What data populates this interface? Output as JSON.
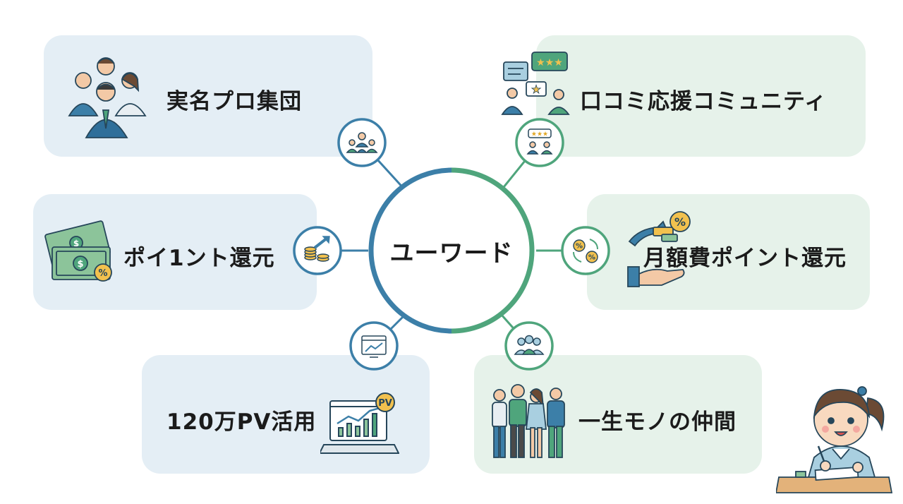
{
  "center": {
    "label": "ユーワード"
  },
  "features": [
    {
      "id": "pro-group",
      "label": "実名プロ集団",
      "icon": "business-team-icon",
      "node_icon": "group-meeting-icon"
    },
    {
      "id": "review-community",
      "label": "口コミ応援コミュニティ",
      "icon": "review-chat-icon",
      "node_icon": "star-rating-people-icon"
    },
    {
      "id": "point-return",
      "label": "ポイ1ント還元",
      "icon": "money-percent-icon",
      "node_icon": "coins-growth-icon"
    },
    {
      "id": "monthly-point",
      "label": "月額費ポイント還元",
      "icon": "hand-growth-percent-icon",
      "node_icon": "percent-cycle-icon"
    },
    {
      "id": "pv-usage",
      "label": "120万PV活用",
      "icon": "laptop-chart-icon",
      "node_icon": "browser-chart-icon",
      "badge": "PV"
    },
    {
      "id": "lifelong-friends",
      "label": "一生モノの仲間",
      "icon": "friends-group-icon",
      "node_icon": "people-group-icon"
    }
  ],
  "colors": {
    "blue": "#3c7fa8",
    "green": "#4fa57c",
    "card_blue": "#e4eef5",
    "card_green": "#e6f2ea"
  }
}
